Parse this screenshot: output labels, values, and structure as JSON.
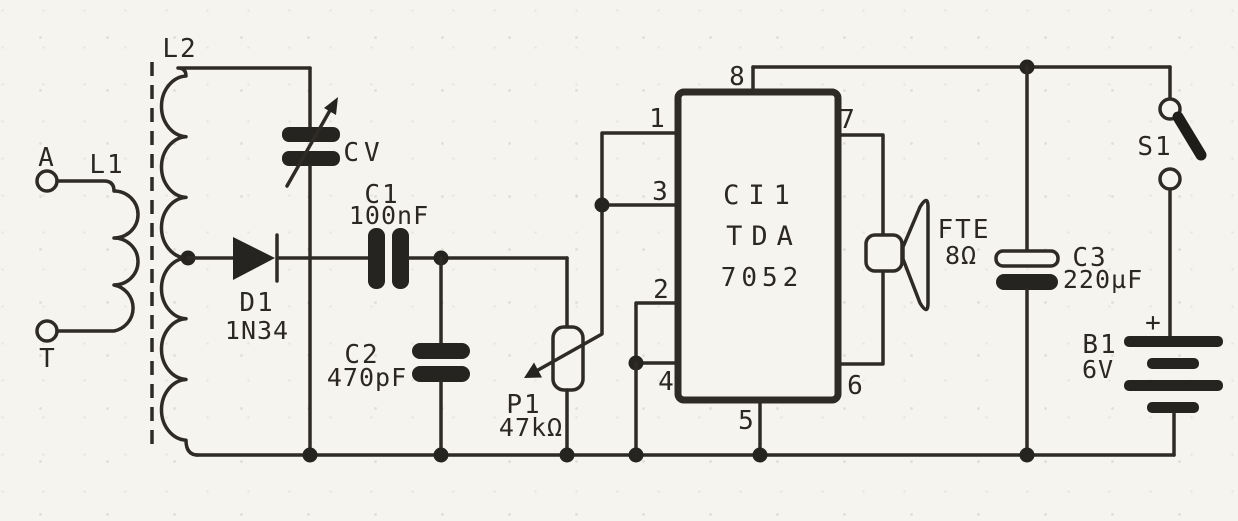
{
  "colors": {
    "ink": "#2e2b27",
    "paper": "#f6f4ee"
  },
  "schematic": {
    "terminals": {
      "antenna": "A",
      "ground": "T"
    },
    "l1": {
      "name": "L1"
    },
    "l2": {
      "name": "L2"
    },
    "cv": {
      "name": "CV"
    },
    "d1": {
      "name": "D1",
      "value": "1N34"
    },
    "c1": {
      "name": "C1",
      "value": "100nF"
    },
    "c2": {
      "name": "C2",
      "value": "470pF"
    },
    "c3": {
      "name": "C3",
      "value": "220µF"
    },
    "p1": {
      "name": "P1",
      "value": "47kΩ"
    },
    "ic": {
      "name": "CI1",
      "family": "TDA",
      "number": "7052",
      "pin1": "1",
      "pin2": "2",
      "pin3": "3",
      "pin4": "4",
      "pin5": "5",
      "pin6": "6",
      "pin7": "7",
      "pin8": "8"
    },
    "speaker": {
      "name": "FTE",
      "value": "8Ω"
    },
    "s1": {
      "name": "S1"
    },
    "b1": {
      "name": "B1",
      "value": "6V",
      "polarity": "+"
    }
  }
}
